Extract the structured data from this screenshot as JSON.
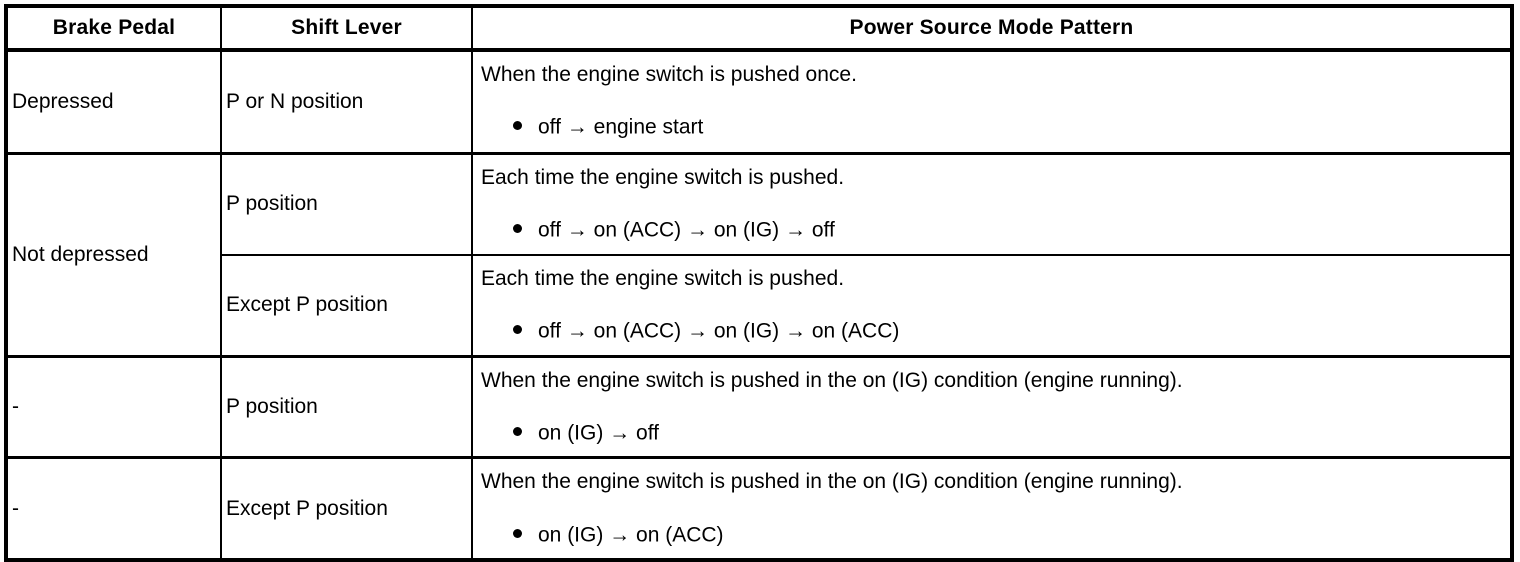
{
  "table": {
    "headers": [
      {
        "label": "Brake Pedal",
        "name": "brake-pedal"
      },
      {
        "label": "Shift Lever",
        "name": "shift-lever"
      },
      {
        "label": "Power Source Mode Pattern",
        "name": "power-source-mode-pattern"
      }
    ],
    "rows": [
      {
        "brake_pedal": "Depressed",
        "shift_lever": "P or N position",
        "pattern_lead": "When the engine switch is pushed once.",
        "pattern_bullet": "off → engine start",
        "bullet_icon": "filled-circle-bullet"
      },
      {
        "brake_pedal": "Not depressed",
        "shift_lever": "P position",
        "pattern_lead": "Each time the engine switch is pushed.",
        "pattern_bullet": "off → on (ACC) → on (IG) → off",
        "bullet_icon": "filled-circle-bullet"
      },
      {
        "brake_pedal": "",
        "shift_lever": "Except P position",
        "pattern_lead": "Each time the engine switch is pushed.",
        "pattern_bullet": "off → on (ACC) → on (IG) → on (ACC)",
        "bullet_icon": "filled-circle-bullet"
      },
      {
        "brake_pedal": "-",
        "shift_lever": "P position",
        "pattern_lead": "When the engine switch is pushed in the on (IG) condition (engine running).",
        "pattern_bullet": "on (IG) → off",
        "bullet_icon": "filled-circle-bullet"
      },
      {
        "brake_pedal": "-",
        "shift_lever": "Except P position",
        "pattern_lead": "When the engine switch is pushed in the on (IG) condition (engine running).",
        "pattern_bullet": "on (IG) → on (ACC)",
        "bullet_icon": "filled-circle-bullet"
      }
    ]
  },
  "colors": {
    "border": "#000000",
    "text": "#000000",
    "background": "#ffffff"
  }
}
